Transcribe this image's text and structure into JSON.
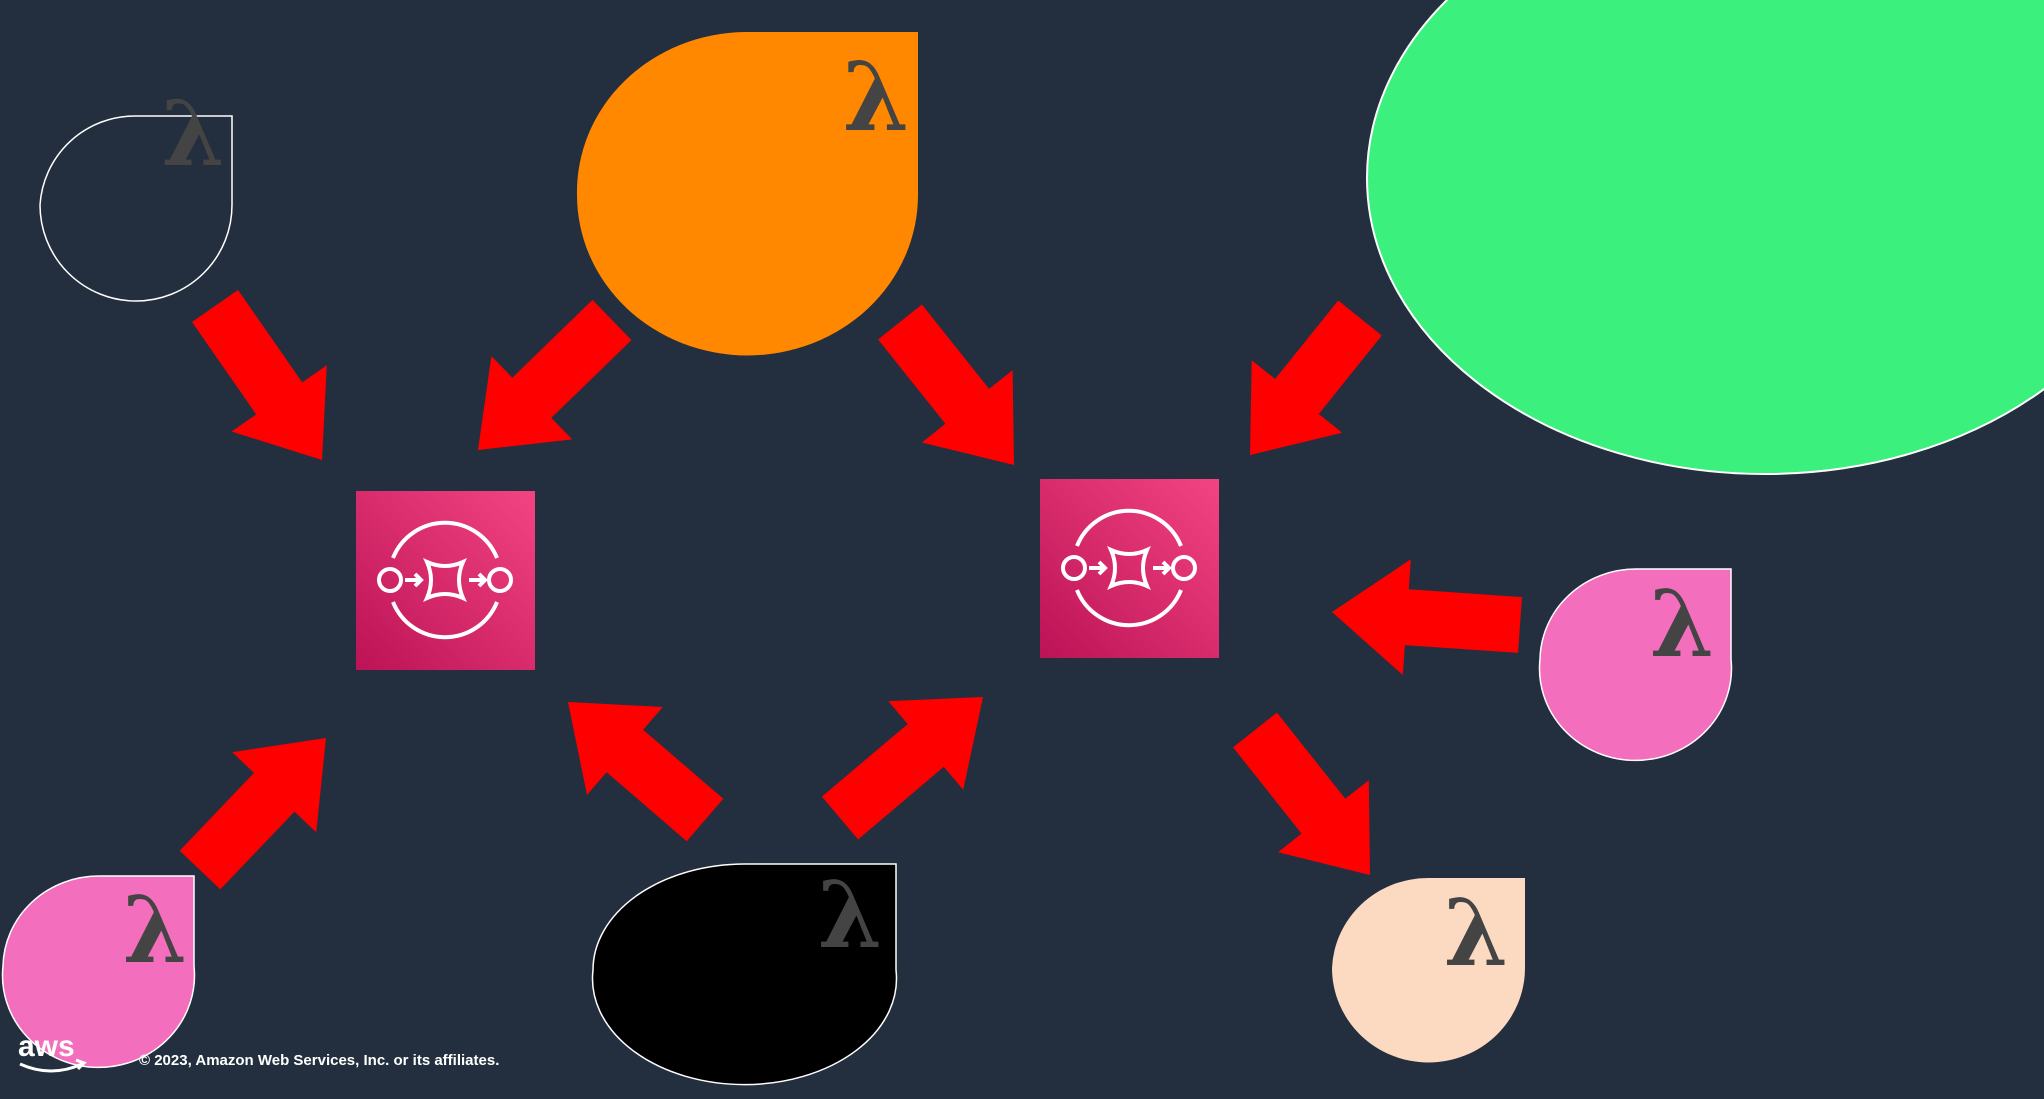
{
  "diagram": {
    "nodes": [
      {
        "id": "lambda-top-left",
        "kind": "lambda",
        "label": "λ",
        "fill": "none",
        "stroke": "#ffffff"
      },
      {
        "id": "lambda-top-center",
        "kind": "lambda",
        "label": "λ",
        "fill": "#ff8800",
        "stroke": "none"
      },
      {
        "id": "shape-top-right",
        "kind": "blob",
        "label": "",
        "fill": "#3bf07c",
        "stroke": "#ffffff"
      },
      {
        "id": "queue-left",
        "kind": "sqs",
        "label": "",
        "fill": "#d6266e"
      },
      {
        "id": "queue-right",
        "kind": "sqs",
        "label": "",
        "fill": "#d6266e"
      },
      {
        "id": "lambda-right",
        "kind": "lambda",
        "label": "λ",
        "fill": "#f46ebe",
        "stroke": "#ffffff"
      },
      {
        "id": "lambda-bottom-left",
        "kind": "lambda",
        "label": "λ",
        "fill": "#f46ebe",
        "stroke": "#ffffff"
      },
      {
        "id": "lambda-bottom-center",
        "kind": "lambda",
        "label": "λ",
        "fill": "#000000",
        "stroke": "#ffffff"
      },
      {
        "id": "lambda-bottom-right",
        "kind": "lambda",
        "label": "λ",
        "fill": "#fcd9c1",
        "stroke": "none"
      }
    ],
    "edges": [
      {
        "from": "lambda-top-left",
        "to": "queue-left"
      },
      {
        "from": "lambda-top-center",
        "to": "queue-left"
      },
      {
        "from": "lambda-top-center",
        "to": "queue-right"
      },
      {
        "from": "shape-top-right",
        "to": "queue-right"
      },
      {
        "from": "lambda-right",
        "to": "queue-right"
      },
      {
        "from": "lambda-bottom-left",
        "to": "queue-left"
      },
      {
        "from": "lambda-bottom-center",
        "to": "queue-left"
      },
      {
        "from": "lambda-bottom-center",
        "to": "queue-right"
      },
      {
        "from": "queue-right",
        "to": "lambda-bottom-right"
      }
    ],
    "arrow_color": "#ff0000",
    "lambda_glyph_color": "#444444"
  },
  "footer": {
    "copyright": "© 2023, Amazon Web Services, Inc. or its affiliates.",
    "logo_text": "aws"
  },
  "colors": {
    "background": "#232f3e",
    "sqs_gradient_top": "#f34482",
    "sqs_gradient_bottom": "#bc1356"
  }
}
